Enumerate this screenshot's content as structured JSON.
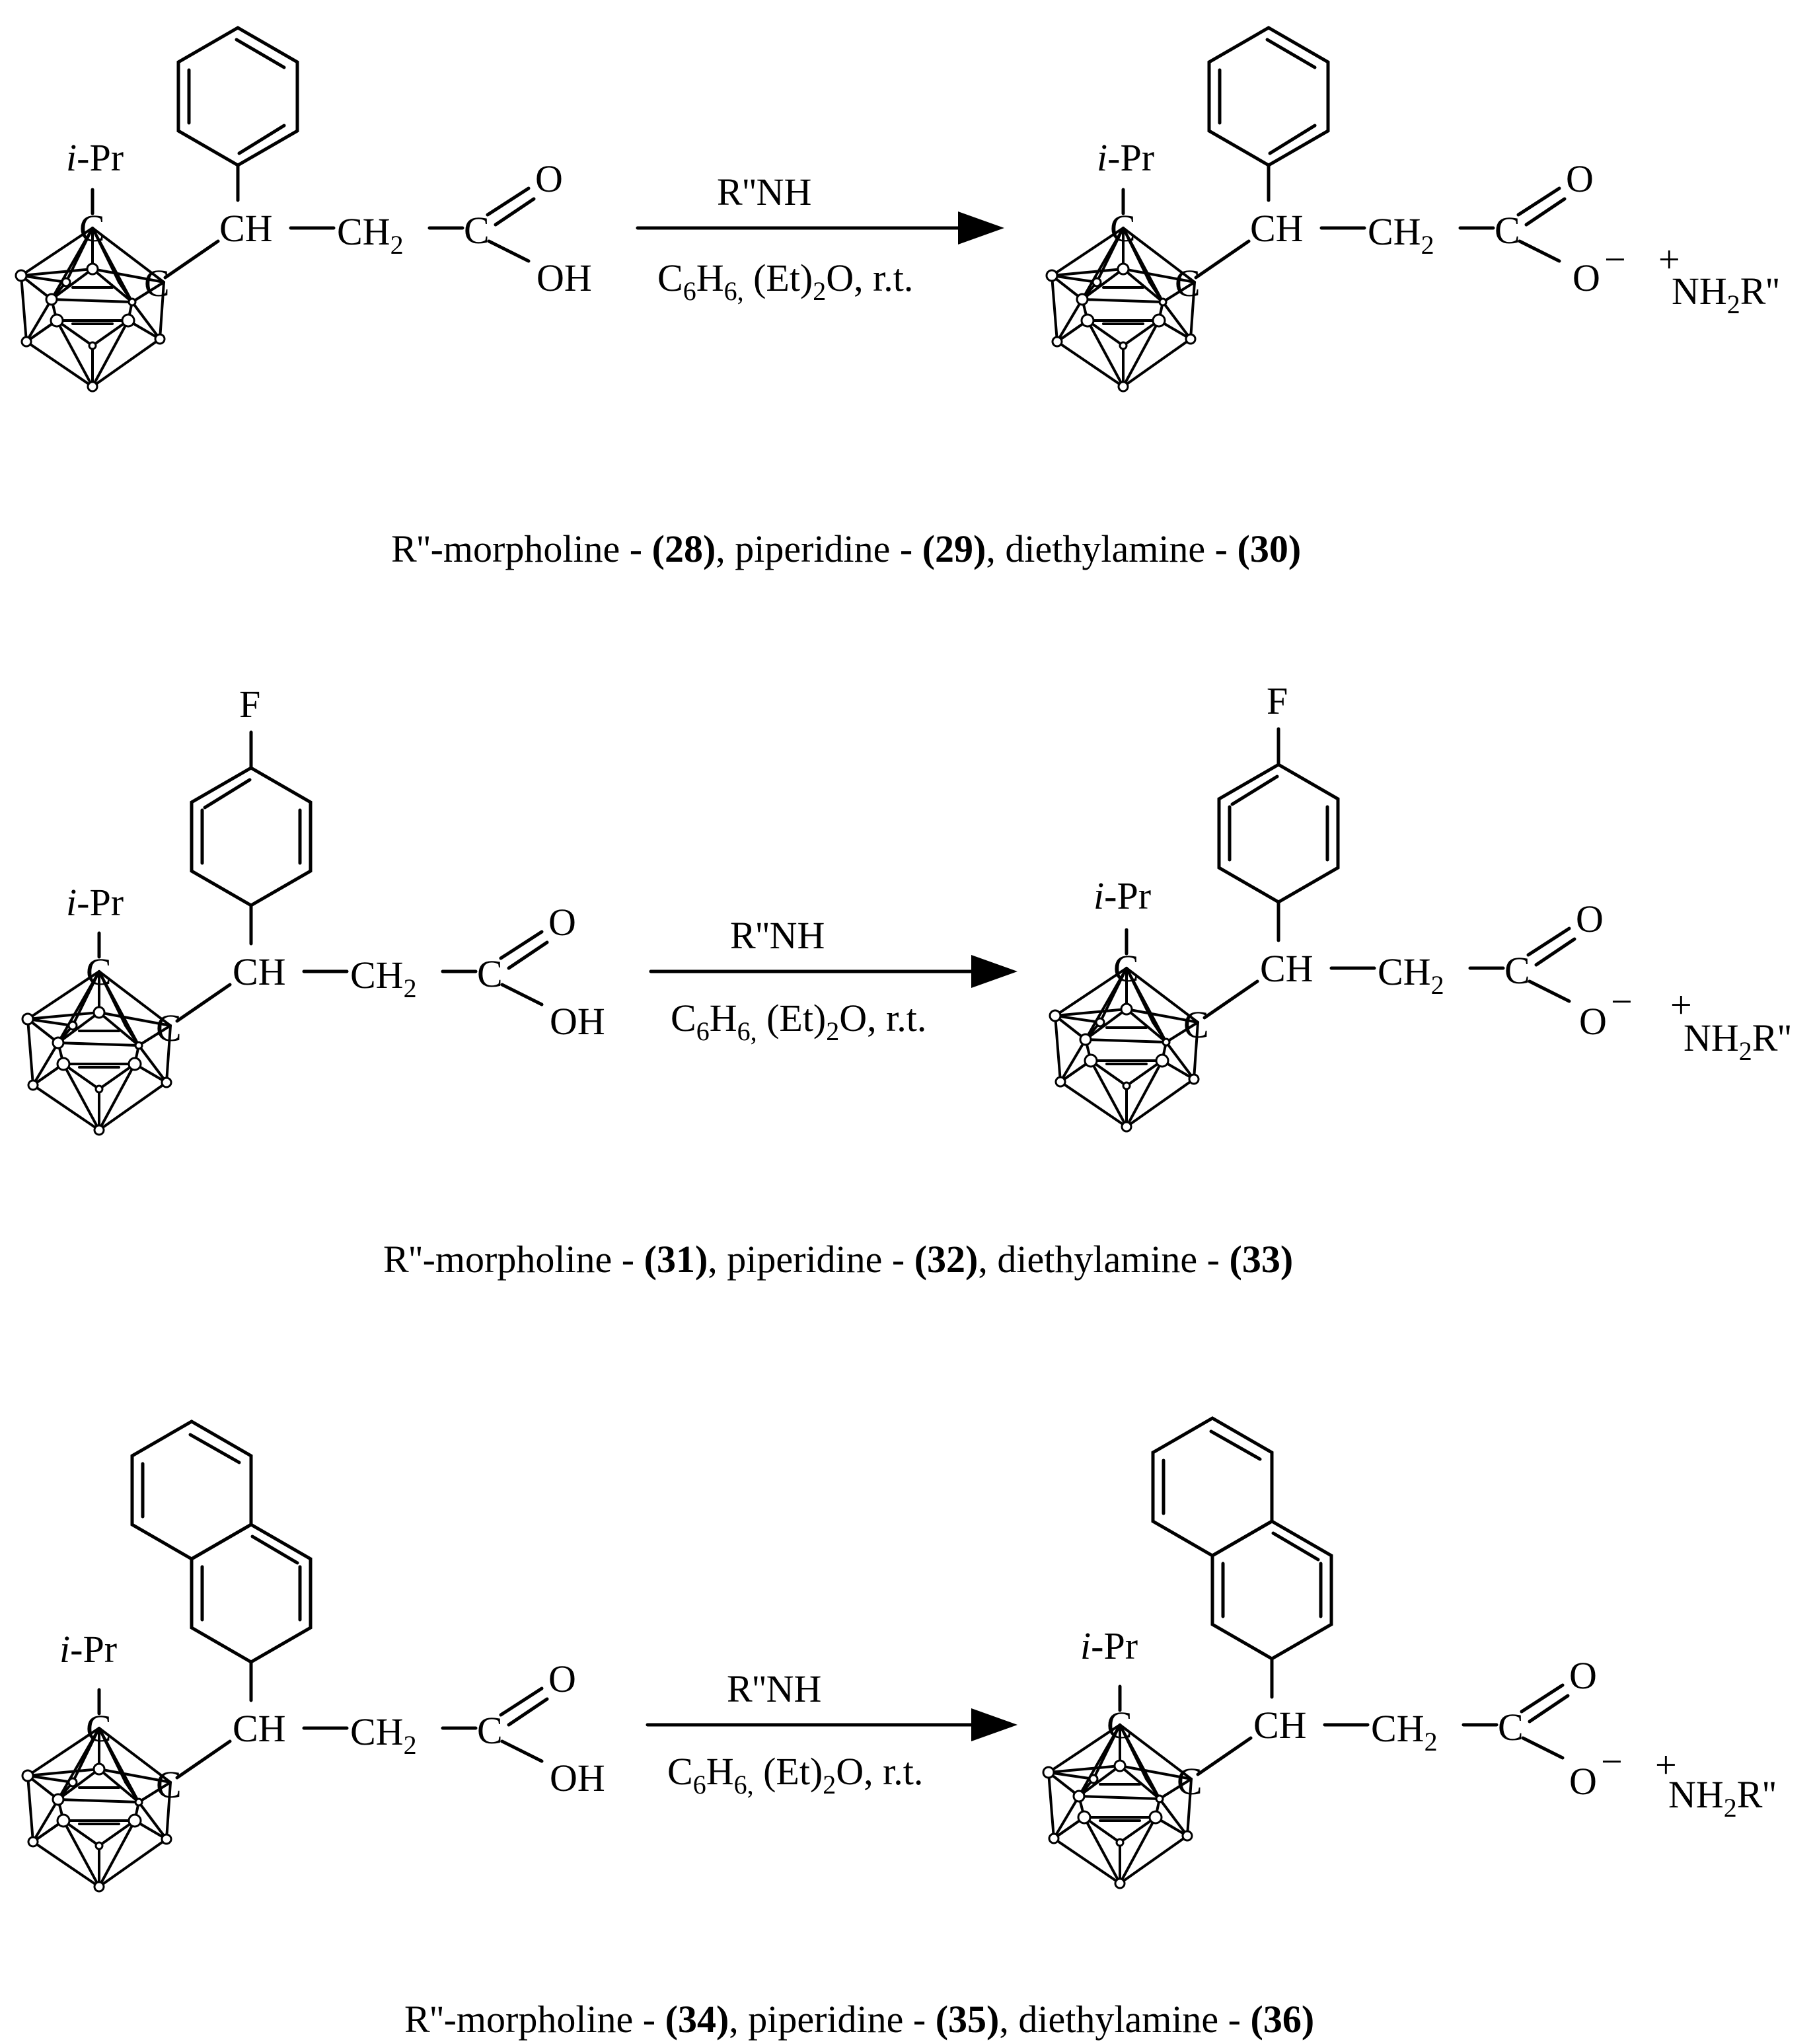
{
  "labels": {
    "ipr_italic": "i",
    "ipr_rest": "-Pr",
    "cage_c": "C",
    "ch": "CH",
    "ch2_main": "CH",
    "ch2_sub": "2",
    "carbonyl_c": "C",
    "oxygen": "O",
    "hydroxyl": "OH",
    "anion_o": "O",
    "minus": "−",
    "plus": "+",
    "nh_main": "NH",
    "nh_sub": "2",
    "nh_r": "R''",
    "fluorine": "F"
  },
  "reagents": {
    "above": "R''NH",
    "below_c": "C",
    "below_c_sub": "6",
    "below_h": "H",
    "below_h_sub": "6,",
    "below_solvent": " (Et)",
    "below_solvent_sub": "2",
    "below_rest": "O, r.t."
  },
  "schemes": [
    {
      "aryl": "phenyl",
      "caption": {
        "prefix": "R''-morpholine - ",
        "n1": "(28)",
        "mid1": ", piperidine - ",
        "n2": "(29)",
        "mid2": ", diethylamine - ",
        "n3": "(30)"
      }
    },
    {
      "aryl": "4-fluorophenyl",
      "caption": {
        "prefix": "R''-morpholine - ",
        "n1": "(31)",
        "mid1": ", piperidine - ",
        "n2": "(32)",
        "mid2": ", diethylamine - ",
        "n3": "(33)"
      }
    },
    {
      "aryl": "2-naphthyl",
      "caption": {
        "prefix": "R''-morpholine - ",
        "n1": "(34)",
        "mid1": ", piperidine - ",
        "n2": "(35)",
        "mid2": ", diethylamine - ",
        "n3": "(36)"
      }
    }
  ]
}
